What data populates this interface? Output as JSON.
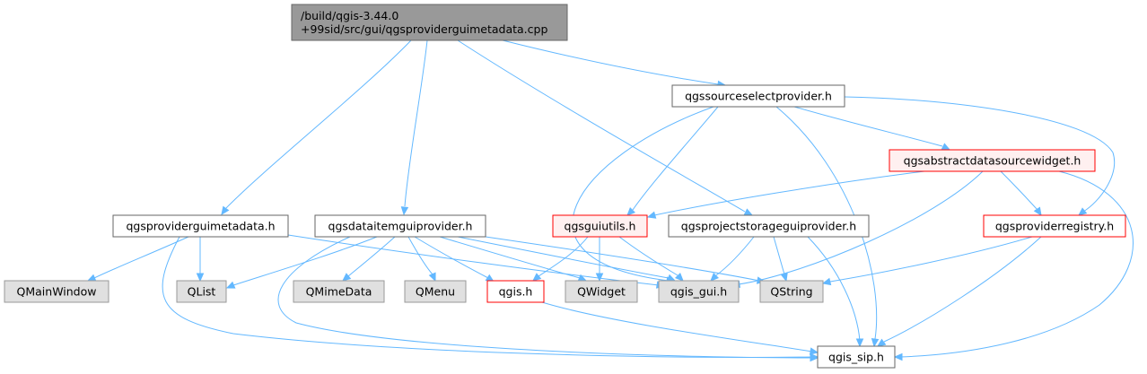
{
  "graph": {
    "colors": {
      "edge": "#63b8ff",
      "root_fill": "#999999",
      "root_border": "#666666",
      "doc_fill": "#ffffff",
      "doc_border": "#666666",
      "external_fill": "#e0e0e0",
      "external_border": "#999999",
      "partial_fill": "#fff0f0",
      "partial_border": "#ff0000",
      "missing_fill": "#ffffff",
      "missing_border": "#ff0000"
    },
    "nodes": [
      {
        "id": "root",
        "lines": [
          "/build/qgis-3.44.0",
          "+99sid/src/gui/qgsproviderguimetadata.cpp"
        ],
        "kind": "root"
      },
      {
        "id": "qgssourceselectprovider",
        "lines": [
          "qgssourceselectprovider.h"
        ],
        "kind": "doc"
      },
      {
        "id": "qgsabstractdatasourcewidget",
        "lines": [
          "qgsabstractdatasourcewidget.h"
        ],
        "kind": "partial"
      },
      {
        "id": "qgsproviderguimetadata",
        "lines": [
          "qgsproviderguimetadata.h"
        ],
        "kind": "doc"
      },
      {
        "id": "qgsdataitemguiprovider",
        "lines": [
          "qgsdataitemguiprovider.h"
        ],
        "kind": "doc"
      },
      {
        "id": "qgsguiutils",
        "lines": [
          "qgsguiutils.h"
        ],
        "kind": "partial"
      },
      {
        "id": "qgsprojectstorageguiprovider",
        "lines": [
          "qgsprojectstorageguiprovider.h"
        ],
        "kind": "doc"
      },
      {
        "id": "qgsproviderregistry",
        "lines": [
          "qgsproviderregistry.h"
        ],
        "kind": "missing"
      },
      {
        "id": "QMainWindow",
        "lines": [
          "QMainWindow"
        ],
        "kind": "external"
      },
      {
        "id": "QList",
        "lines": [
          "QList"
        ],
        "kind": "external"
      },
      {
        "id": "QMimeData",
        "lines": [
          "QMimeData"
        ],
        "kind": "external"
      },
      {
        "id": "QMenu",
        "lines": [
          "QMenu"
        ],
        "kind": "external"
      },
      {
        "id": "qgis",
        "lines": [
          "qgis.h"
        ],
        "kind": "missing"
      },
      {
        "id": "QWidget",
        "lines": [
          "QWidget"
        ],
        "kind": "external"
      },
      {
        "id": "qgis_gui",
        "lines": [
          "qgis_gui.h"
        ],
        "kind": "external"
      },
      {
        "id": "QString",
        "lines": [
          "QString"
        ],
        "kind": "external"
      },
      {
        "id": "qgis_sip",
        "lines": [
          "qgis_sip.h"
        ],
        "kind": "doc"
      }
    ],
    "edges": [
      {
        "from": "root",
        "to": "qgsproviderguimetadata"
      },
      {
        "from": "root",
        "to": "qgsdataitemguiprovider"
      },
      {
        "from": "root",
        "to": "qgsprojectstorageguiprovider"
      },
      {
        "from": "root",
        "to": "qgssourceselectprovider"
      },
      {
        "from": "qgsproviderguimetadata",
        "to": "QMainWindow"
      },
      {
        "from": "qgsproviderguimetadata",
        "to": "QList"
      },
      {
        "from": "qgsproviderguimetadata",
        "to": "qgis_gui"
      },
      {
        "from": "qgsproviderguimetadata",
        "to": "qgis_sip"
      },
      {
        "from": "qgsdataitemguiprovider",
        "to": "QList"
      },
      {
        "from": "qgsdataitemguiprovider",
        "to": "QMimeData"
      },
      {
        "from": "qgsdataitemguiprovider",
        "to": "QMenu"
      },
      {
        "from": "qgsdataitemguiprovider",
        "to": "qgis"
      },
      {
        "from": "qgsdataitemguiprovider",
        "to": "QWidget"
      },
      {
        "from": "qgsdataitemguiprovider",
        "to": "qgis_gui"
      },
      {
        "from": "qgsdataitemguiprovider",
        "to": "QString"
      },
      {
        "from": "qgsdataitemguiprovider",
        "to": "qgis_sip"
      },
      {
        "from": "qgssourceselectprovider",
        "to": "qgsabstractdatasourcewidget"
      },
      {
        "from": "qgssourceselectprovider",
        "to": "qgsguiutils"
      },
      {
        "from": "qgssourceselectprovider",
        "to": "qgsproviderregistry"
      },
      {
        "from": "qgssourceselectprovider",
        "to": "qgis_gui"
      },
      {
        "from": "qgssourceselectprovider",
        "to": "qgis_sip"
      },
      {
        "from": "qgsabstractdatasourcewidget",
        "to": "qgsguiutils"
      },
      {
        "from": "qgsabstractdatasourcewidget",
        "to": "qgsproviderregistry"
      },
      {
        "from": "qgsabstractdatasourcewidget",
        "to": "qgis_gui"
      },
      {
        "from": "qgsabstractdatasourcewidget",
        "to": "qgis_sip"
      },
      {
        "from": "qgsguiutils",
        "to": "qgis"
      },
      {
        "from": "qgsguiutils",
        "to": "QWidget"
      },
      {
        "from": "qgsguiutils",
        "to": "qgis_gui"
      },
      {
        "from": "qgsprojectstorageguiprovider",
        "to": "qgis_gui"
      },
      {
        "from": "qgsprojectstorageguiprovider",
        "to": "QString"
      },
      {
        "from": "qgsprojectstorageguiprovider",
        "to": "qgis_sip"
      },
      {
        "from": "qgsproviderregistry",
        "to": "QString"
      },
      {
        "from": "qgsproviderregistry",
        "to": "qgis_sip"
      },
      {
        "from": "qgis",
        "to": "qgis_sip"
      }
    ]
  }
}
